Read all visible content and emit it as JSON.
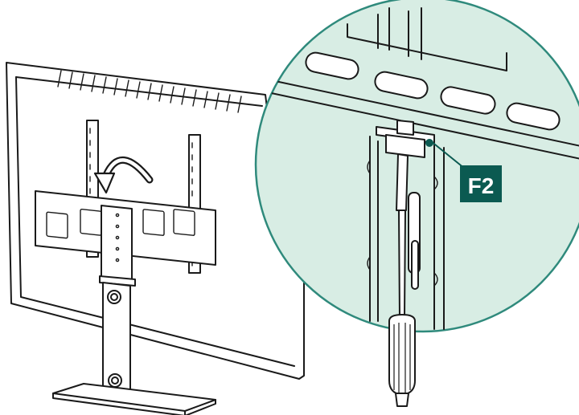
{
  "callout": {
    "label": "F2",
    "bg_color": "#0b5a51",
    "text_color": "#ffffff"
  },
  "colors": {
    "zoom_fill": "#d8ede4",
    "zoom_stroke": "#2f8a7c",
    "accent": "#0b5a51",
    "line": "#1a1a1a"
  },
  "icons": {
    "rotate_arrow": "curved-arrow-counterclockwise",
    "screwdriver": "screwdriver",
    "bracket": "mounting-bracket"
  }
}
